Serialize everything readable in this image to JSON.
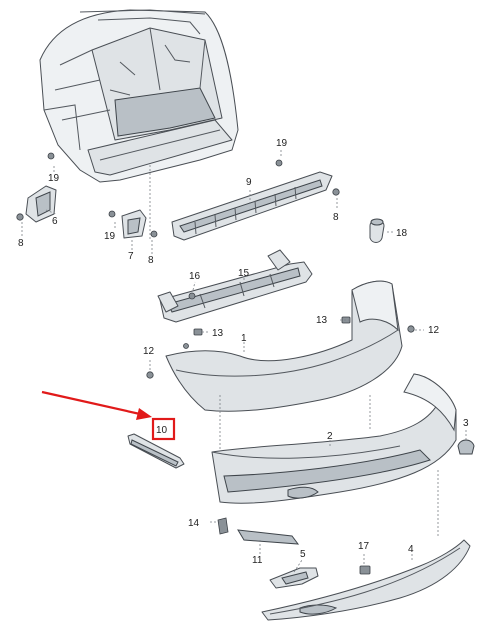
{
  "callouts": {
    "c1": "1",
    "c2": "2",
    "c3": "3",
    "c4": "4",
    "c5": "5",
    "c6": "6",
    "c7": "7",
    "c8a": "8",
    "c8b": "8",
    "c8c": "8",
    "c9": "9",
    "c10": "10",
    "c11": "11",
    "c12a": "12",
    "c12b": "12",
    "c13a": "13",
    "c13b": "13",
    "c14": "14",
    "c15": "15",
    "c16": "16",
    "c17": "17",
    "c18": "18",
    "c19a": "19",
    "c19b": "19",
    "c19c": "19"
  },
  "highlight": {
    "target_label": "10",
    "color": "#e11a1a"
  },
  "colors": {
    "part_fill": "#dfe3e6",
    "outline": "#4a4f55",
    "accent": "#e11a1a"
  }
}
